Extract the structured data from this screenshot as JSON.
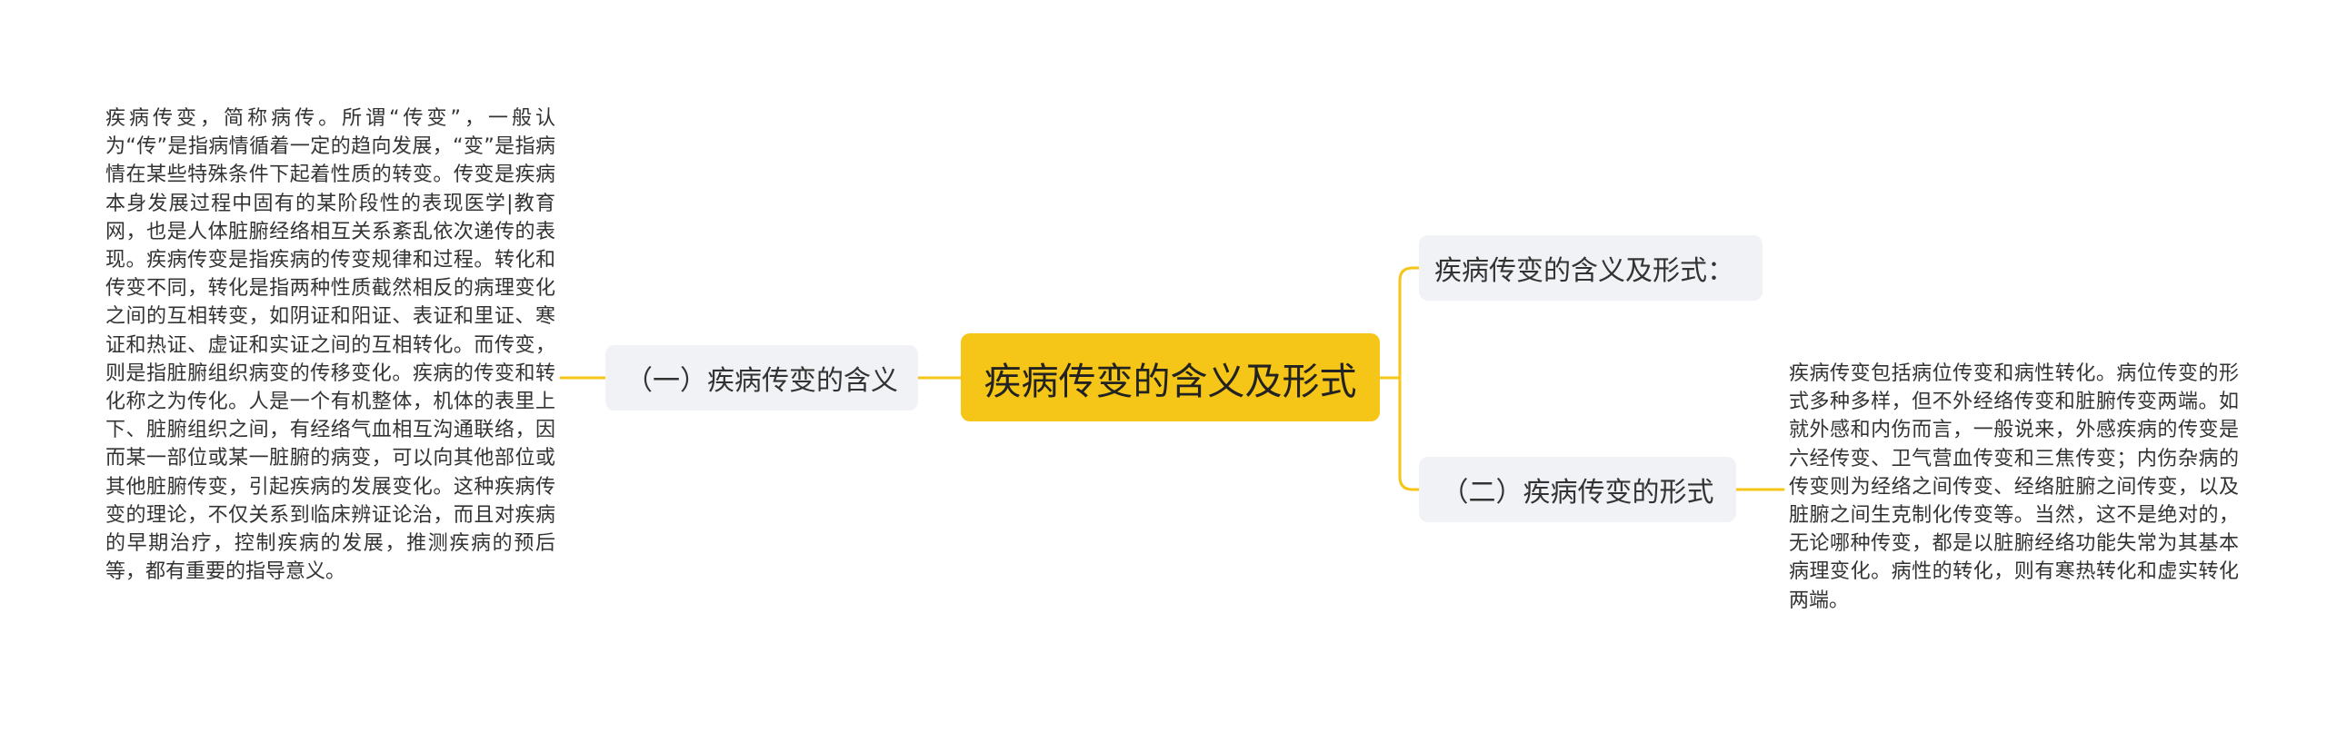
{
  "mindmap": {
    "central": "疾病传变的含义及形式",
    "branches": {
      "meaning": {
        "label": "（一）疾病传变的含义",
        "detail": "疾病传变，简称病传。所谓“传变”，一般认为“传”是指病情循着一定的趋向发展，“变”是指病情在某些特殊条件下起着性质的转变。传变是疾病本身发展过程中固有的某阶段性的表现医学|教育网，也是人体脏腑经络相互关系紊乱依次递传的表现。疾病传变是指疾病的传变规律和过程。转化和传变不同，转化是指两种性质截然相反的病理变化之间的互相转变，如阴证和阳证、表证和里证、寒证和热证、虚证和实证之间的互相转化。而传变，则是指脏腑组织病变的传移变化。疾病的传变和转化称之为传化。人是一个有机整体，机体的表里上下、脏腑组织之间，有经络气血相互沟通联络，因而某一部位或某一脏腑的病变，可以向其他部位或其他脏腑传变，引起疾病的发展变化。这种疾病传变的理论，不仅关系到临床辨证论治，而且对疾病的早期治疗，控制疾病的发展，推测疾病的预后等，都有重要的指导意义。"
      },
      "title_node": {
        "label": "疾病传变的含义及形式："
      },
      "forms": {
        "label": "（二）疾病传变的形式",
        "detail": "疾病传变包括病位传变和病性转化。病位传变的形式多种多样，但不外经络传变和脏腑传变两端。如就外感和内伤而言，一般说来，外感疾病的传变是六经传变、卫气营血传变和三焦传变；内伤杂病的传变则为经络之间传变、经络脏腑之间传变，以及脏腑之间生克制化传变等。当然，这不是绝对的，无论哪种传变，都是以脏腑经络功能失常为其基本病理变化。病性的转化，则有寒热转化和虚实转化两端。"
      }
    }
  },
  "colors": {
    "central_bg": "#f5c518",
    "branch_bg": "#f0f2f5",
    "connector": "#f5c518",
    "text": "#333333"
  }
}
